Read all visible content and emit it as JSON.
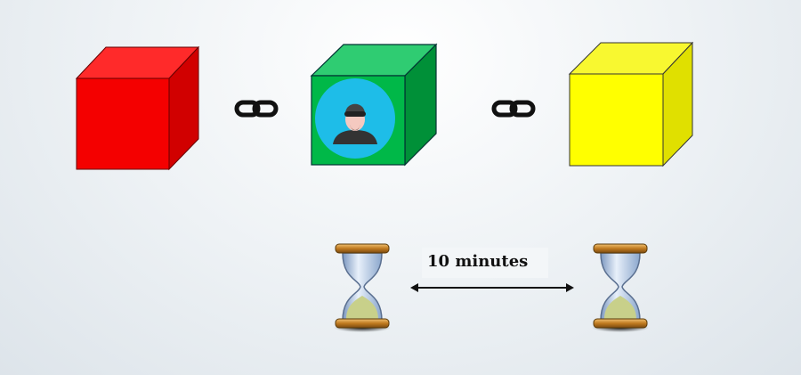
{
  "blocks": [
    {
      "name": "red-block",
      "front": "#f40000",
      "top": "#ff2a2a",
      "side": "#d10000"
    },
    {
      "name": "green-block",
      "front": "#00b848",
      "top": "#2fcc72",
      "side": "#009038",
      "badge_color": "#1ebde8"
    },
    {
      "name": "yellow-block",
      "front": "#ffff00",
      "top": "#f8f830",
      "side": "#e0e000"
    }
  ],
  "interval_label": "10 minutes"
}
